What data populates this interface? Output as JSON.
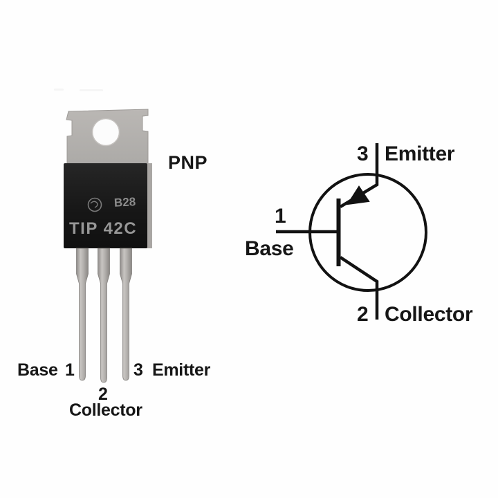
{
  "package": {
    "type_label": "PNP",
    "marking": {
      "lot_code": "B28",
      "part_number": "TIP 42C"
    },
    "pin_labels": {
      "base_name": "Base",
      "base_number": "1",
      "collector_number": "2",
      "collector_name": "Collector",
      "emitter_number": "3",
      "emitter_name": "Emitter"
    }
  },
  "schematic": {
    "emitter_number": "3",
    "emitter_name": "Emitter",
    "base_number": "1",
    "base_name": "Base",
    "collector_number": "2",
    "collector_name": "Collector"
  },
  "colors": {
    "background": "#fefefe",
    "line_color": "#121212",
    "label_text": "#161616",
    "tab_metal": "#b3b0ad",
    "body_plastic": "#1a1a1a",
    "body_marking_text": "#979797",
    "lead_metal": "#a5a29e"
  }
}
